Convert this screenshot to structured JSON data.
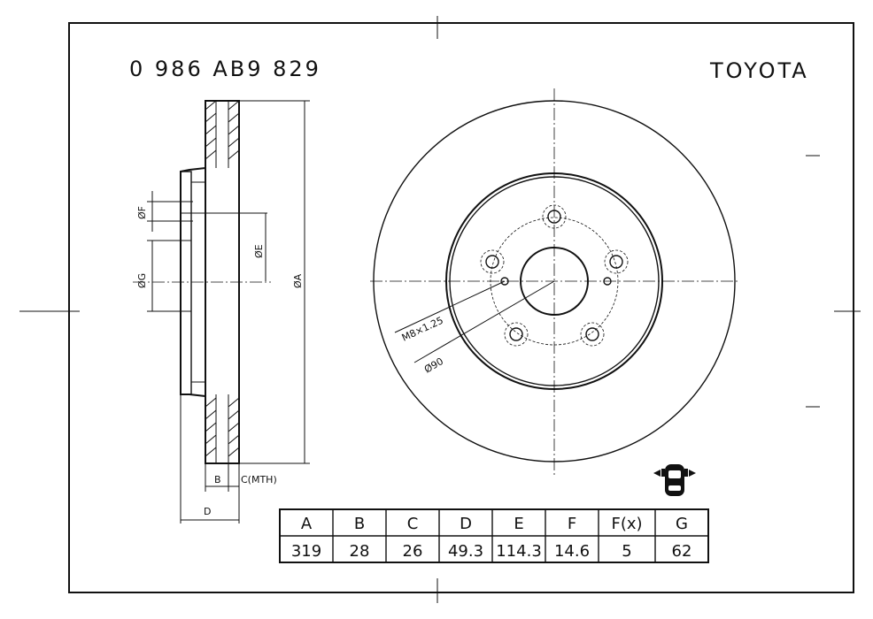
{
  "header": {
    "part_number": "0 986 AB9 829",
    "brand": "TOYOTA"
  },
  "section_view": {
    "dim_labels": {
      "f": "ØF",
      "e": "ØE",
      "g": "ØG",
      "a": "ØA",
      "b": "B",
      "c": "C(MTH)",
      "d": "D"
    }
  },
  "front_view": {
    "thread_label": "M8×1.25",
    "bore_label": "Ø90"
  },
  "position_icon": "car-front-axle-icon",
  "spec_table": {
    "headers": [
      "A",
      "B",
      "C",
      "D",
      "E",
      "F",
      "F(x)",
      "G"
    ],
    "values": [
      "319",
      "28",
      "26",
      "49.3",
      "114.3",
      "14.6",
      "5",
      "62"
    ]
  }
}
